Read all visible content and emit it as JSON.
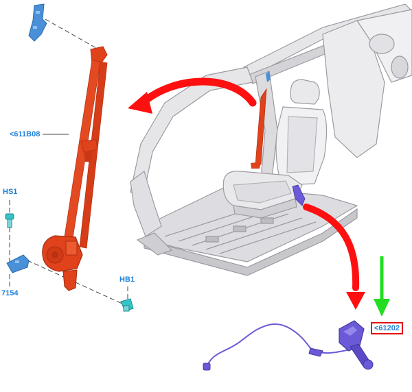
{
  "labels": {
    "belt_assembly": "<611B08",
    "hs1": "HS1",
    "hb1": "HB1",
    "anchor_bracket": "7154",
    "buckle": "<61202"
  },
  "colors": {
    "belt": "#e0421c",
    "belt_dark": "#b83212",
    "bracket_blue": "#4a90d9",
    "fastener_cyan": "#35c4c8",
    "buckle_purple": "#6a5ad8",
    "callout_red_arrow": "#ff1010",
    "callout_green_arrow": "#22dd22",
    "label_blue": "#1e7fd6",
    "highlight_box": "#e01010",
    "vehicle_grey": "#c8c8cc"
  }
}
